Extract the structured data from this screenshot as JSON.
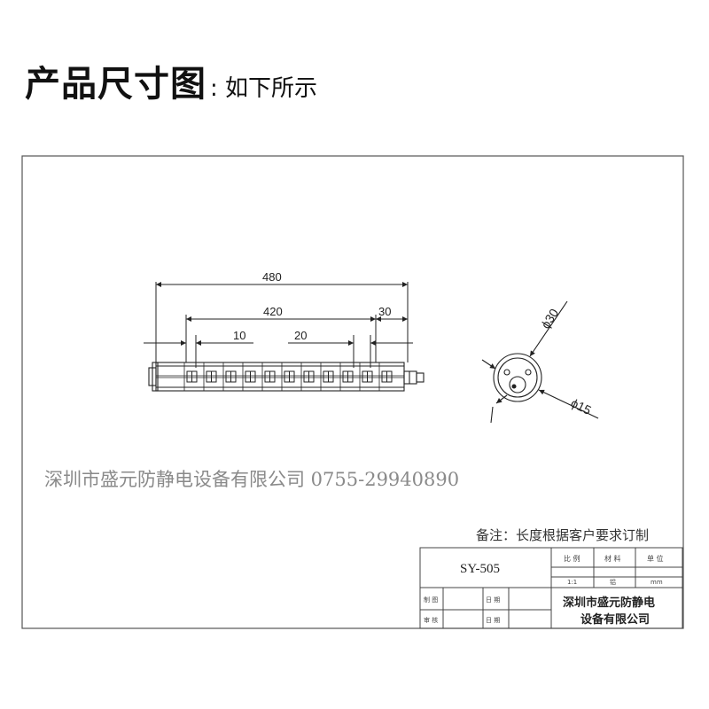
{
  "header": {
    "title": "产品尺寸图",
    "subtitle": ": 如下所示"
  },
  "drawing": {
    "dimensions": {
      "overall": "480",
      "inner": "420",
      "end": "30",
      "pitch_small": "10",
      "pitch_large": "20",
      "diameter_outer": "ϕ30",
      "diameter_inner": "ϕ15"
    },
    "watermark": "深圳市盛元防静电设备有限公司 0755-29940890",
    "note": "备注：长度根据客户要求订制"
  },
  "title_block": {
    "model": "SY-505",
    "h1": "比 例",
    "h2": "材 料",
    "h3": "单 位",
    "v1": "1:1",
    "v2": "铝",
    "v3": "mm",
    "r1a": "制 图",
    "r1b": "日 期",
    "r2a": "审 核",
    "r2b": "日 期",
    "company_line1": "深圳市盛元防静电",
    "company_line2": "设备有限公司"
  },
  "colors": {
    "line": "#222222",
    "frame": "#555555",
    "watermark": "#8a8a8a"
  }
}
